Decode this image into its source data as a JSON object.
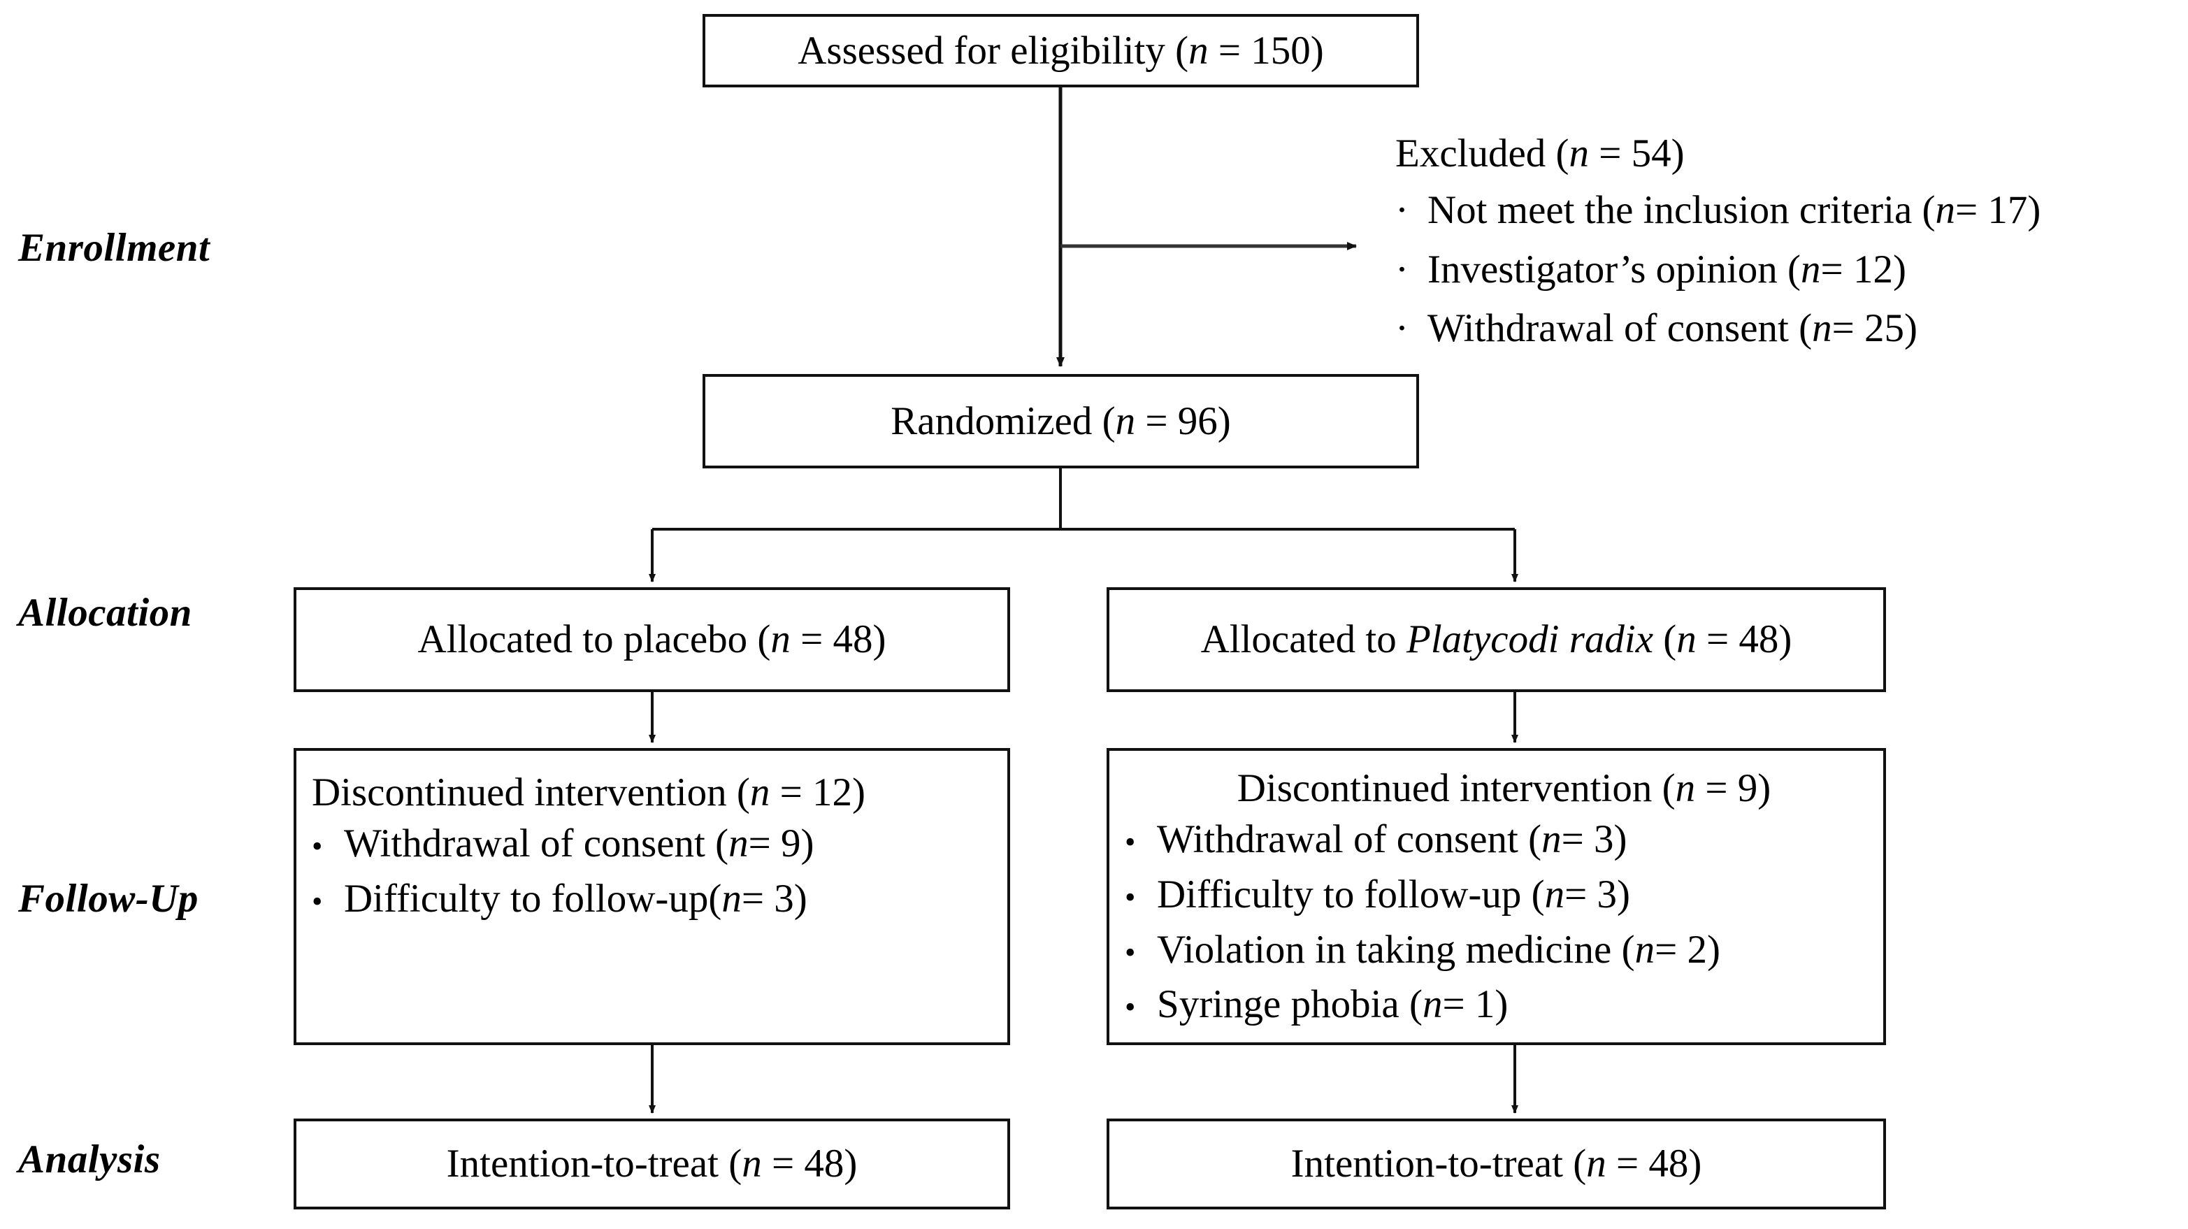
{
  "figure": {
    "type": "consort-flow-diagram",
    "title": "CONSORT participant flow diagram",
    "line_color": "#111111",
    "background": "#ffffff"
  },
  "stages": [
    {
      "id": "enrollment",
      "label": "Enrollment"
    },
    {
      "id": "allocation",
      "label": "Allocation"
    },
    {
      "id": "followup",
      "label": "Follow-Up"
    },
    {
      "id": "analysis",
      "label": "Analysis"
    }
  ],
  "nodes": {
    "assessed": {
      "text_before": "Assessed for eligibility (",
      "n_symbol": "n",
      "text_after": " = 150)"
    },
    "randomized": {
      "text_before": "Randomized (",
      "n_symbol": "n",
      "text_after": " = 96)"
    },
    "excluded": {
      "head_before": "Excluded (",
      "head_n": "n",
      "head_after": " = 54)",
      "bullet_glyph": "·",
      "items": [
        {
          "label_before": "Not meet the inclusion criteria  (",
          "n": "n",
          "label_after": " = 17)"
        },
        {
          "label_before": "Investigator’s opinion  (",
          "n": "n",
          "label_after": " = 12)"
        },
        {
          "label_before": "Withdrawal of consent (",
          "n": "n",
          "label_after": " = 25)"
        }
      ]
    },
    "alloc_left": {
      "text_before": "Allocated to placebo (",
      "n_symbol": "n",
      "text_after": " = 48)"
    },
    "alloc_right": {
      "text_before": "Allocated to ",
      "italic_term": "Platycodi radix",
      "text_mid": " (",
      "n_symbol": "n",
      "text_after": " = 48)"
    },
    "follow_left": {
      "head_before": "Discontinued intervention (",
      "head_n": "n",
      "head_after": " = 12)",
      "bullet_glyph": "•",
      "items": [
        {
          "label_before": "Withdrawal of consent (",
          "n": "n",
          "label_after": " = 9)"
        },
        {
          "label_before": "Difficulty to follow-up(",
          "n": "n",
          "label_after": " = 3)"
        }
      ]
    },
    "follow_right": {
      "head_before": "Discontinued intervention (",
      "head_n": "n",
      "head_after": " = 9)",
      "bullet_glyph": "•",
      "items": [
        {
          "label_before": "Withdrawal of consent (",
          "n": "n",
          "label_after": " = 3)"
        },
        {
          "label_before": "Difficulty to follow-up (",
          "n": "n",
          "label_after": " = 3)"
        },
        {
          "label_before": "Violation in taking medicine (",
          "n": "n",
          "label_after": " = 2)"
        },
        {
          "label_before": "Syringe phobia (",
          "n": "n",
          "label_after": " = 1)"
        }
      ]
    },
    "analysis_left": {
      "text_before": "Intention-to-treat (",
      "n_symbol": "n",
      "text_after": " = 48)"
    },
    "analysis_right": {
      "text_before": "Intention-to-treat (",
      "n_symbol": "n",
      "text_after": " = 48)"
    }
  },
  "chart_data": {
    "type": "diagram",
    "title": "CONSORT flow diagram",
    "counts": {
      "assessed_for_eligibility": 150,
      "excluded_total": 54,
      "excluded_not_meet_inclusion_criteria": 17,
      "excluded_investigators_opinion": 12,
      "excluded_withdrawal_of_consent": 25,
      "randomized": 96,
      "allocated_placebo": 48,
      "allocated_platycodi_radix": 48,
      "placebo_discontinued_total": 12,
      "placebo_withdrawal_of_consent": 9,
      "placebo_difficulty_to_follow_up": 3,
      "platycodi_discontinued_total": 9,
      "platycodi_withdrawal_of_consent": 3,
      "platycodi_difficulty_to_follow_up": 3,
      "platycodi_violation_in_taking_medicine": 2,
      "platycodi_syringe_phobia": 1,
      "itt_placebo": 48,
      "itt_platycodi_radix": 48
    }
  }
}
